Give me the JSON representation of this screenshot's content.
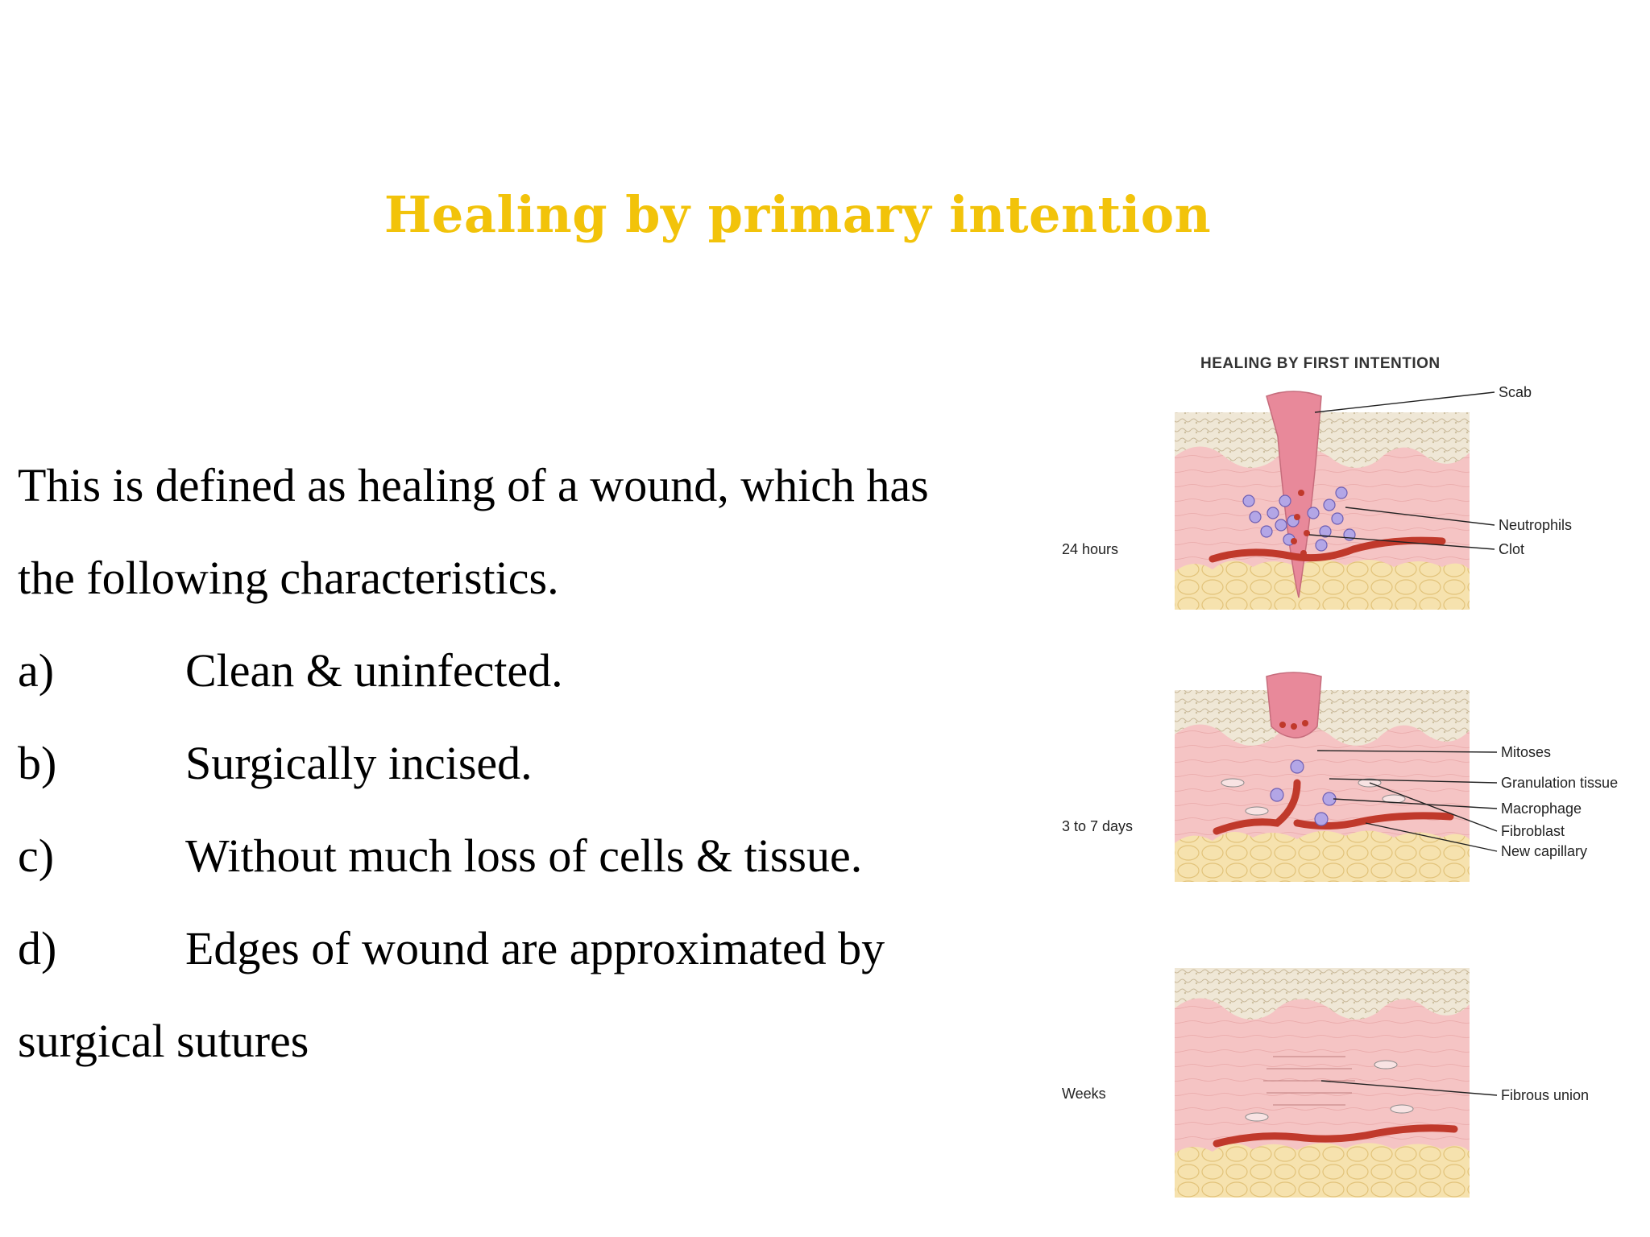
{
  "slide": {
    "title": "Healing by primary intention",
    "intro_line1": "This is defined as healing of a wound, which has",
    "intro_line2": "the following characteristics.",
    "items": [
      {
        "marker": "a)",
        "text": "Clean & uninfected."
      },
      {
        "marker": "b)",
        "text": "Surgically incised."
      },
      {
        "marker": "c)",
        "text": "Without much loss of cells & tissue."
      },
      {
        "marker": "d)",
        "text": "Edges of wound are approximated by"
      }
    ],
    "closing_line": "surgical sutures"
  },
  "figure": {
    "title": "HEALING BY FIRST INTENTION",
    "stages": [
      {
        "time": "24 hours",
        "labels": [
          "Scab",
          "Neutrophils",
          "Clot"
        ]
      },
      {
        "time": "3 to 7 days",
        "labels": [
          "Mitoses",
          "Granulation tissue",
          "Macrophage",
          "Fibroblast",
          "New capillary"
        ]
      },
      {
        "time": "Weeks",
        "labels": [
          "Fibrous union"
        ]
      }
    ]
  },
  "colors": {
    "title": "#F2C30A",
    "dermis": "#F4C2C2",
    "epidermis": "#EDE4D2",
    "fat": "#F5DFA8",
    "scab": "#E88890",
    "vessel": "#C0392B",
    "neutrophil": "#9B8AD4"
  }
}
